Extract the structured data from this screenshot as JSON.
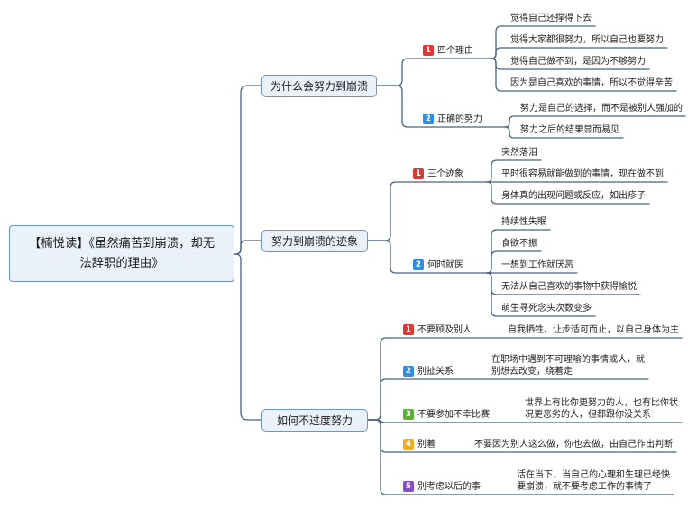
{
  "root": {
    "title": "【楠悦读】《虽然痛苦到崩溃，却无法辞职的理由》"
  },
  "branches": [
    {
      "title": "为什么会努力到崩溃",
      "subtopics": [
        {
          "badge": "1",
          "title": "四个理由",
          "leaves": [
            "觉得自己还撑得下去",
            "觉得大家都很努力，所以自己也要努力",
            "觉得自己做不到，是因为不够努力",
            "因为是自己喜欢的事情，所以不觉得辛苦"
          ]
        },
        {
          "badge": "2",
          "title": "正确的努力",
          "leaves": [
            "努力是自己的选择，而不是被别人强加的",
            "努力之后的结果显而易见"
          ]
        }
      ]
    },
    {
      "title": "努力到崩溃的迹象",
      "subtopics": [
        {
          "badge": "1",
          "title": "三个迹象",
          "leaves": [
            "突然落泪",
            "平时很容易就能做到的事情，现在做不到",
            "身体真的出现问题或反应，如出疹子"
          ]
        },
        {
          "badge": "2",
          "title": "何时就医",
          "leaves": [
            "持续性失眠",
            "食欲不振",
            "一想到工作就厌恶",
            "无法从自己喜欢的事物中获得愉悦",
            "萌生寻死念头次数变多"
          ]
        }
      ]
    },
    {
      "title": "如何不过度努力",
      "subtopics": [
        {
          "badge": "1",
          "title": "不要顾及别人",
          "leaves": [
            "自我牺牲、让步适可而止，以自己身体为主"
          ]
        },
        {
          "badge": "2",
          "title": "别扯关系",
          "leaves": [
            "在职场中遇到不可理喻的事情或人，就别想去改变，绕着走"
          ]
        },
        {
          "badge": "3",
          "title": "不要参加不幸比赛",
          "leaves": [
            "世界上有比你更努力的人，也有比你状况更恶劣的人，但都跟你没关系"
          ]
        },
        {
          "badge": "4",
          "title": "别着",
          "leaves": [
            "不要因为别人这么做，你也去做，由自己作出判断"
          ]
        },
        {
          "badge": "5",
          "title": "别考虑以后的事",
          "leaves": [
            "活在当下，当自己的心理和生理已经快要崩溃，就不要考虑工作的事情了"
          ]
        }
      ]
    }
  ],
  "colors": {
    "connector": "#4a6280",
    "topic_fill": "#eaf1fa",
    "topic_border": "#6f93c2",
    "badge_1": "#d83a35",
    "badge_2": "#2f8de4",
    "badge_3": "#5cb035",
    "badge_4": "#f2ad22",
    "badge_5": "#8a4cc8"
  }
}
